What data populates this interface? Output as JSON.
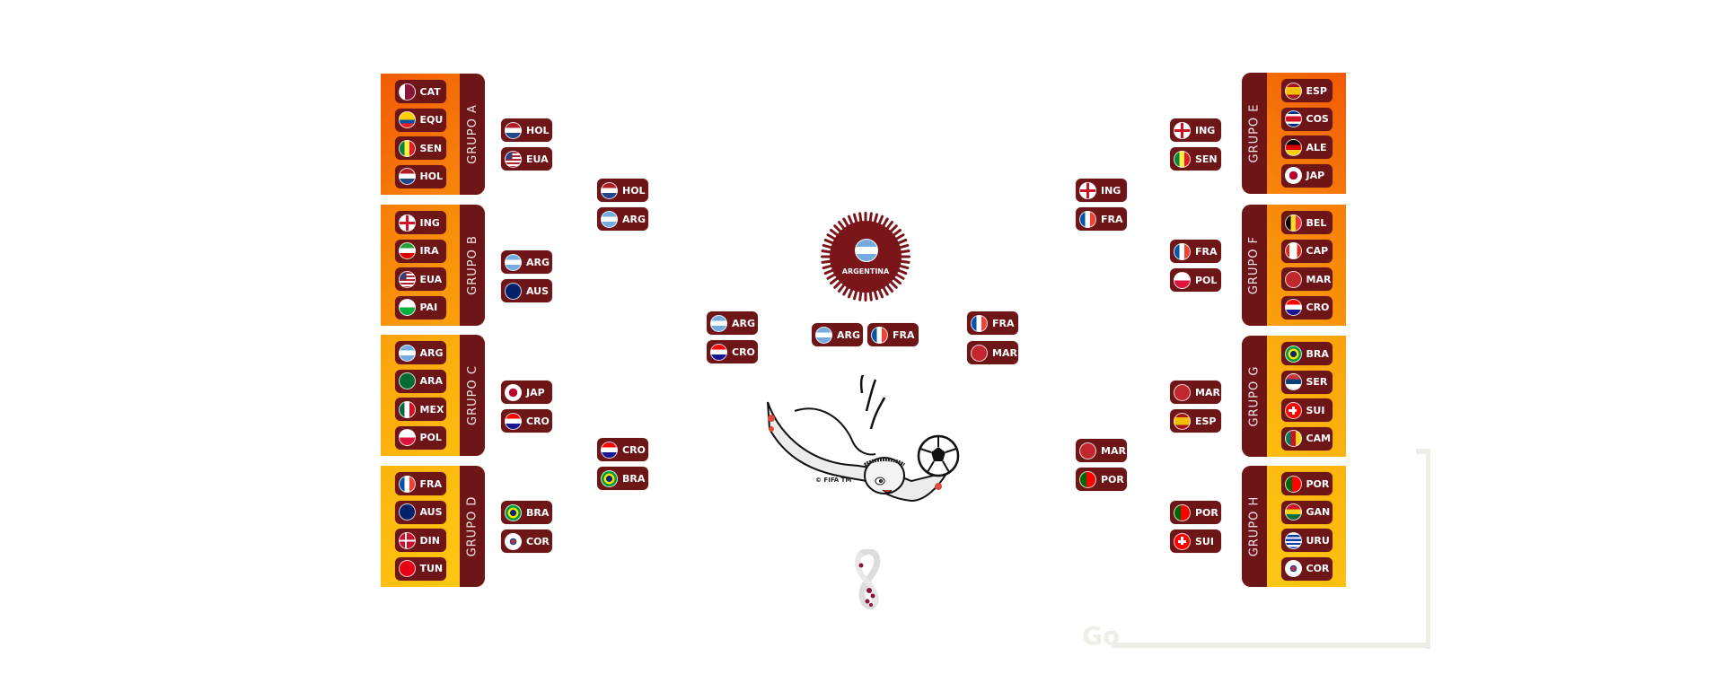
{
  "groups": {
    "A": {
      "label": "GRUPO A",
      "teams": [
        {
          "code": "CAT",
          "flag": "qatar"
        },
        {
          "code": "EQU",
          "flag": "ecuador"
        },
        {
          "code": "SEN",
          "flag": "senegal"
        },
        {
          "code": "HOL",
          "flag": "netherlands"
        }
      ]
    },
    "B": {
      "label": "GRUPO B",
      "teams": [
        {
          "code": "ING",
          "flag": "england"
        },
        {
          "code": "IRA",
          "flag": "iran"
        },
        {
          "code": "EUA",
          "flag": "usa"
        },
        {
          "code": "PAI",
          "flag": "wales"
        }
      ]
    },
    "C": {
      "label": "GRUPO C",
      "teams": [
        {
          "code": "ARG",
          "flag": "argentina"
        },
        {
          "code": "ARA",
          "flag": "saudi-arabia"
        },
        {
          "code": "MEX",
          "flag": "mexico"
        },
        {
          "code": "POL",
          "flag": "poland"
        }
      ]
    },
    "D": {
      "label": "GRUPO D",
      "teams": [
        {
          "code": "FRA",
          "flag": "france"
        },
        {
          "code": "AUS",
          "flag": "australia"
        },
        {
          "code": "DIN",
          "flag": "denmark"
        },
        {
          "code": "TUN",
          "flag": "tunisia"
        }
      ]
    },
    "E": {
      "label": "GRUPO E",
      "teams": [
        {
          "code": "ESP",
          "flag": "spain"
        },
        {
          "code": "COS",
          "flag": "costa-rica"
        },
        {
          "code": "ALE",
          "flag": "germany"
        },
        {
          "code": "JAP",
          "flag": "japan"
        }
      ]
    },
    "F": {
      "label": "GRUPO F",
      "teams": [
        {
          "code": "BEL",
          "flag": "belgium"
        },
        {
          "code": "CAP",
          "flag": "canada"
        },
        {
          "code": "MAR",
          "flag": "morocco"
        },
        {
          "code": "CRO",
          "flag": "croatia"
        }
      ]
    },
    "G": {
      "label": "GRUPO G",
      "teams": [
        {
          "code": "BRA",
          "flag": "brazil"
        },
        {
          "code": "SER",
          "flag": "serbia"
        },
        {
          "code": "SUI",
          "flag": "switzerland"
        },
        {
          "code": "CAM",
          "flag": "cameroon"
        }
      ]
    },
    "H": {
      "label": "GRUPO H",
      "teams": [
        {
          "code": "POR",
          "flag": "portugal"
        },
        {
          "code": "GAN",
          "flag": "ghana"
        },
        {
          "code": "URU",
          "flag": "uruguay"
        },
        {
          "code": "COR",
          "flag": "korea"
        }
      ]
    }
  },
  "round_of_16": {
    "left": [
      {
        "code": "HOL",
        "flag": "netherlands"
      },
      {
        "code": "EUA",
        "flag": "usa"
      },
      {
        "code": "ARG",
        "flag": "argentina"
      },
      {
        "code": "AUS",
        "flag": "australia"
      },
      {
        "code": "JAP",
        "flag": "japan"
      },
      {
        "code": "CRO",
        "flag": "croatia"
      },
      {
        "code": "BRA",
        "flag": "brazil"
      },
      {
        "code": "COR",
        "flag": "korea"
      }
    ],
    "right": [
      {
        "code": "ING",
        "flag": "england"
      },
      {
        "code": "SEN",
        "flag": "senegal"
      },
      {
        "code": "FRA",
        "flag": "france"
      },
      {
        "code": "POL",
        "flag": "poland"
      },
      {
        "code": "MAR",
        "flag": "morocco"
      },
      {
        "code": "ESP",
        "flag": "spain"
      },
      {
        "code": "POR",
        "flag": "portugal"
      },
      {
        "code": "SUI",
        "flag": "switzerland"
      }
    ]
  },
  "quarter_finals": {
    "left": [
      {
        "code": "HOL",
        "flag": "netherlands"
      },
      {
        "code": "ARG",
        "flag": "argentina"
      },
      {
        "code": "CRO",
        "flag": "croatia"
      },
      {
        "code": "BRA",
        "flag": "brazil"
      }
    ],
    "right": [
      {
        "code": "ING",
        "flag": "england"
      },
      {
        "code": "FRA",
        "flag": "france"
      },
      {
        "code": "MAR",
        "flag": "morocco"
      },
      {
        "code": "POR",
        "flag": "portugal"
      }
    ]
  },
  "semi_finals": {
    "left": [
      {
        "code": "ARG",
        "flag": "argentina"
      },
      {
        "code": "CRO",
        "flag": "croatia"
      }
    ],
    "right": [
      {
        "code": "FRA",
        "flag": "france"
      },
      {
        "code": "MAR",
        "flag": "morocco"
      }
    ]
  },
  "final": [
    {
      "code": "ARG",
      "flag": "argentina"
    },
    {
      "code": "FRA",
      "flag": "france"
    }
  ],
  "champion": {
    "name": "ARGENTINA",
    "flag": "argentina",
    "icon": "sunburst-badge-icon"
  },
  "mascot": {
    "icon": "laeeb-mascot-icon",
    "copyright": "© FIFA TM"
  },
  "trophy_logo": {
    "icon": "world-cup-emblem-icon"
  },
  "watermark": {
    "text": "Go",
    "icon": "arabic-glyph-icon"
  },
  "colors": {
    "maroon": "#6e1518",
    "orange_dark": "#f25a05",
    "orange": "#f98c0b",
    "yellow": "#ffc913",
    "watermark": "#eeede7"
  }
}
